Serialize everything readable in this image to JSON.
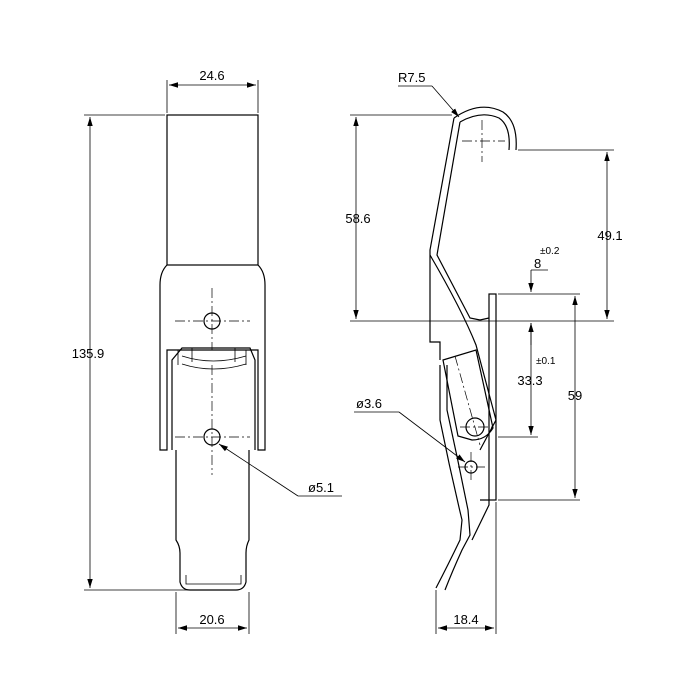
{
  "colors": {
    "line": "#000000",
    "background": "#ffffff"
  },
  "dimensions": {
    "top_width": "24.6",
    "total_height": "135.9",
    "bottom_width": "20.6",
    "hole_left": "ø5.1",
    "radius": "R7.5",
    "hook_height": "58.6",
    "right_height": "49.1",
    "offset": "8",
    "offset_tol": "±0.2",
    "hole_spacing": "33.3",
    "hole_spacing_tol": "±0.1",
    "plate_height": "59",
    "hole_right": "ø3.6",
    "bottom_right_width": "18.4"
  }
}
